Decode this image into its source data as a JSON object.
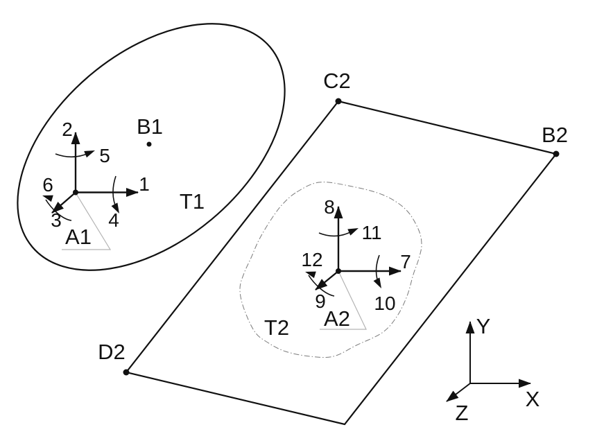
{
  "figure": {
    "background": "#ffffff",
    "stroke_color": "#111111",
    "thin_line_color": "#b3b3b3",
    "region_line_color": "#7a7a7a"
  },
  "surfaces": {
    "t1": {
      "label": "T1"
    },
    "t2": {
      "label": "T2"
    }
  },
  "points": {
    "b1": {
      "label": "B1"
    },
    "c2": {
      "label": "C2"
    },
    "b2": {
      "label": "B2"
    },
    "d2": {
      "label": "D2"
    }
  },
  "frames": {
    "a1": {
      "label": "A1",
      "dof": {
        "d1": "1",
        "d2": "2",
        "d3": "3",
        "d4": "4",
        "d5": "5",
        "d6": "6"
      }
    },
    "a2": {
      "label": "A2",
      "dof": {
        "d7": "7",
        "d8": "8",
        "d9": "9",
        "d10": "10",
        "d11": "11",
        "d12": "12"
      }
    }
  },
  "global_axes": {
    "x": "X",
    "y": "Y",
    "z": "Z"
  }
}
